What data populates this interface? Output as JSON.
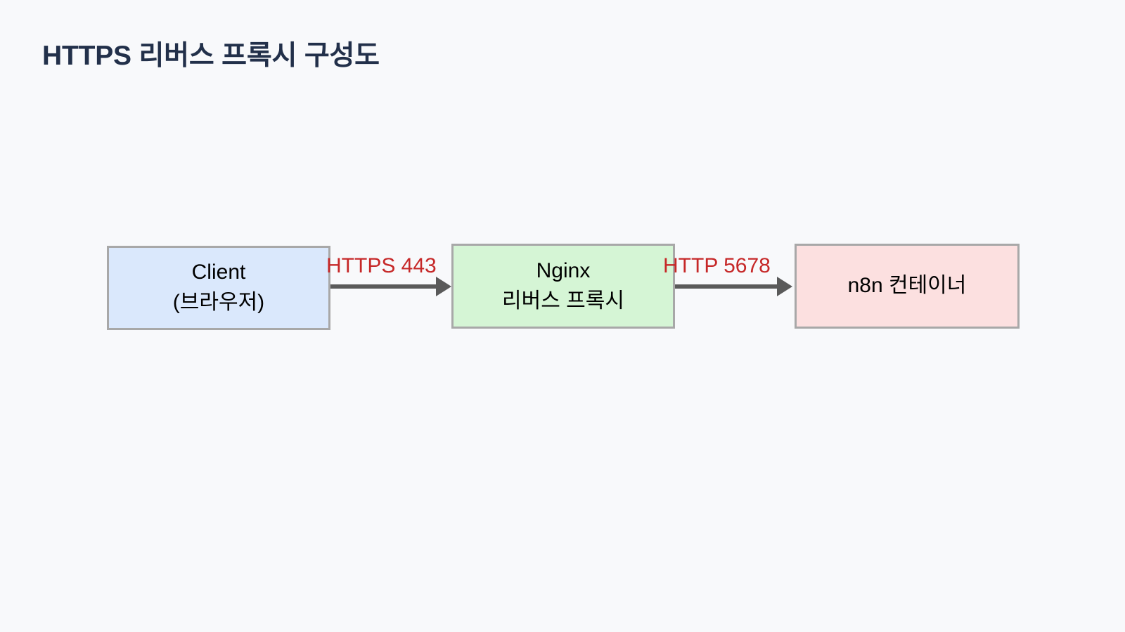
{
  "page": {
    "title": "HTTPS 리버스 프록시 구성도",
    "background_color": "#f8f9fb",
    "title_color": "#22304a"
  },
  "diagram": {
    "type": "flow",
    "orientation": "left-to-right",
    "nodes": [
      {
        "id": "client",
        "lines": [
          "Client",
          "(브라우저)"
        ],
        "line1": "Client",
        "line2": "(브라우저)",
        "fill_color": "#dae8fc",
        "border_color": "#a8a8a8",
        "text_color": "#000000"
      },
      {
        "id": "nginx",
        "lines": [
          "Nginx",
          "리버스 프록시"
        ],
        "line1": "Nginx",
        "line2": "리버스 프록시",
        "fill_color": "#d5f5d5",
        "border_color": "#a8a8a8",
        "text_color": "#000000"
      },
      {
        "id": "n8n",
        "lines": [
          "n8n 컨테이너"
        ],
        "line1": "n8n 컨테이너",
        "fill_color": "#fce0e0",
        "border_color": "#a8a8a8",
        "text_color": "#000000"
      }
    ],
    "edges": [
      {
        "id": "edge-client-nginx",
        "from": "client",
        "to": "nginx",
        "label": "HTTPS 443",
        "label_color": "#c62828",
        "line_color": "#5a5a5a",
        "arrowhead": "filled-triangle"
      },
      {
        "id": "edge-nginx-n8n",
        "from": "nginx",
        "to": "n8n",
        "label": "HTTP 5678",
        "label_color": "#c62828",
        "line_color": "#5a5a5a",
        "arrowhead": "filled-triangle"
      }
    ]
  }
}
